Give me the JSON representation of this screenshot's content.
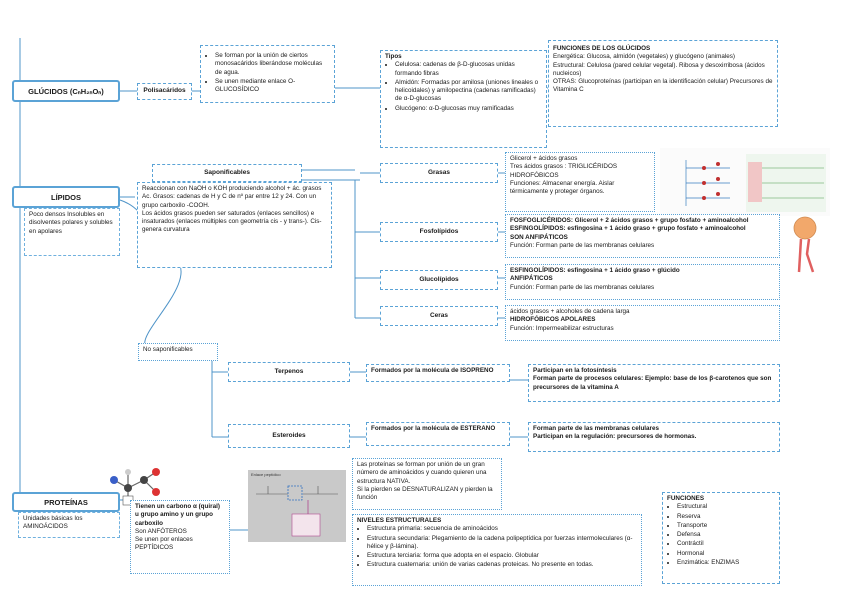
{
  "glucidos": {
    "header": "GLÚCIDOS (CₙH₂ₙOₙ)",
    "polisacaridos_label": "Polisacáridos",
    "definicion": [
      "Se forman por la unión de ciertos monosacáridos liberándose moléculas de agua.",
      "Se unen mediante enlace O-GLUCOSÍDICO"
    ],
    "tipos_title": "Tipos",
    "tipos": [
      "Celulosa: cadenas de β-D-glucosas unidas formando fibras",
      "Almidón: Formadas por amilosa (uniones lineales o helicoidales) y amilopectina (cadenas ramificadas) de α-D-glucosas",
      "Glucógeno: α-D-glucosas muy ramificadas"
    ],
    "funciones_title": "FUNCIONES DE LOS GLÚCIDOS",
    "funciones": [
      "Energética: Glucosa, almidón (vegetales) y glucógeno (animales)",
      "Estructural: Celulosa (pared celular vegetal). Ribosa y desoxirribosa (ácidos nucleicos)",
      "OTRAS: Glucoproteínas (participan en la identificación celular) Precursores de Vitamina C"
    ]
  },
  "lipidos": {
    "header": "LÍPIDOS",
    "descripcion": "Poco densos Insolubles en disolventes polares y solubles en apolares",
    "saponificables_label": "Saponificables",
    "saponificables_text": [
      "Reaccionan con NaOH o KOH produciendo alcohol + ác. grasos",
      "Ac. Grasos: cadenas de H y C de nº par entre 12 y 24. Con un grupo carboxilo -COOH.",
      "Los ácidos grasos pueden ser saturados (enlaces sencillos) e insaturados (enlaces múltiples con geometría cis - y trans-). Cis- genera curvatura"
    ],
    "grasas_label": "Grasas",
    "grasas_text": [
      "Glicerol + ácidos grasos",
      "Tres ácidos grasos : TRIGLICÉRIDOS",
      "HIDROFÓBICOS",
      "Funciones: Almacenar energía. Aislar térmicamente y proteger órganos."
    ],
    "fosfolipidos_label": "Fosfolípidos",
    "fosfolipidos_text": [
      "FOSFOGLICÉRIDOS: Glicerol + 2 ácidos grasos + grupo fosfato + aminoalcohol",
      "ESFINGOLÍPIDOS: esfingosina + 1 ácido graso + grupo fosfato + aminoalcohol",
      "SON ANFIPÁTICOS",
      "Función: Forman parte de las membranas celulares"
    ],
    "glucolipidos_label": "Glucolípidos",
    "glucolipidos_text": [
      "ESFINGOLÍPIDOS: esfingosina + 1 ácido graso + glúcido",
      "ANFIPÁTICOS",
      "Función: Forman parte de las membranas celulares"
    ],
    "ceras_label": "Ceras",
    "ceras_text": [
      "ácidos grasos + alcoholes de cadena larga",
      "HIDROFÓBICOS APOLARES",
      "Función: Impermeabilizar estructuras"
    ],
    "no_saponificables_label": "No saponificables",
    "terpenos_label": "Terpenos",
    "terpenos_formados": "Formados por la molécula de ISOPRENO",
    "terpenos_text": [
      "Participan en la fotosíntesis",
      "Forman parte de procesos celulares: Ejemplo: base de los β-carotenos que son precursores de la vitamina A"
    ],
    "esteroides_label": "Esteroides",
    "esteroides_formados": "Formados por la molécula de ESTERANO",
    "esteroides_text": [
      "Forman parte de las membranas celulares",
      "Participan en la regulación: precursores de hormonas."
    ]
  },
  "proteinas": {
    "header": "PROTEÍNAS",
    "unidades": "Unidades básicas los AMINOÁCIDOS",
    "aminoacidos_text": [
      "Tienen un carbono α (quiral) u grupo amino y un grupo carboxilo",
      "Son ANFÓTEROS",
      "Se unen por enlaces PEPTÍDICOS"
    ],
    "formacion_text": [
      "Las proteínas se forman por unión de un gran número de aminoácidos y cuando quieren una estructura NATIVA.",
      "Si la pierden se DESNATURALIZAN y pierden la función"
    ],
    "niveles_title": "NIVELES ESTRUCTURALES",
    "niveles": [
      "Estructura primaria: secuencia de aminoácidos",
      "Estructura secundaria: Plegamiento de la cadena polipeptídica por fuerzas intermoleculares (α-hélice y β-lámina).",
      "Estructura terciaria: forma que adopta en el espacio. Globular",
      "Estructura cuaternaria: unión de varias cadenas proteicas. No presente en todas."
    ],
    "funciones_title": "FUNCIONES",
    "funciones": [
      "Estructural",
      "Reserva",
      "Transporte",
      "Defensa",
      "Contráctil",
      "Hormonal",
      "Enzimática: ENZIMAS"
    ],
    "peptide_label": "Enlace peptídico"
  },
  "colors": {
    "accent": "#5ba3d6",
    "line": "#4f94c8"
  }
}
